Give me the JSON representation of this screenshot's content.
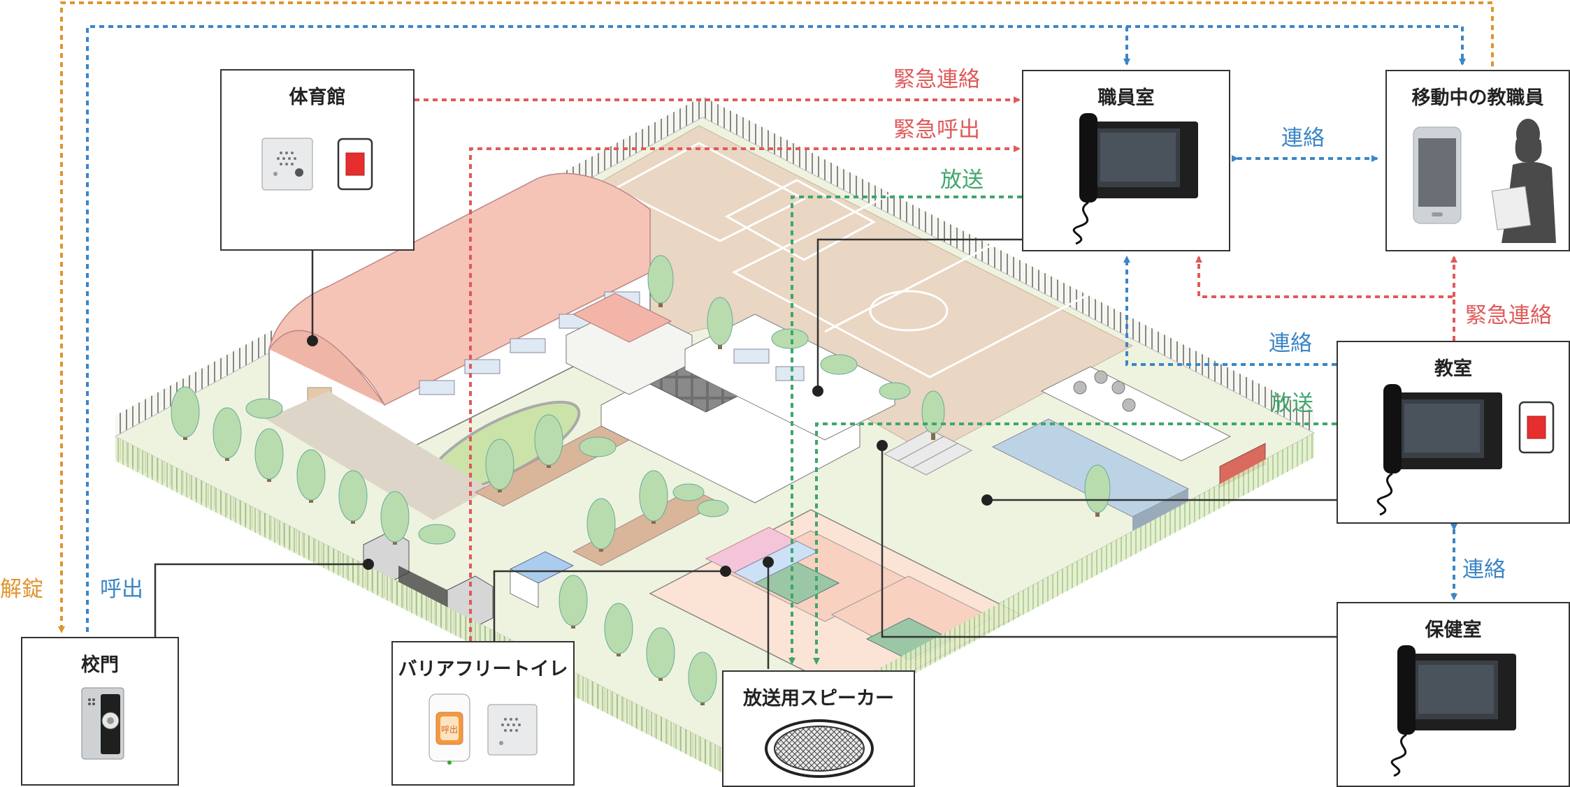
{
  "colors": {
    "emergency": "#e05a5a",
    "contact": "#3b86c6",
    "broadcast": "#3ea66b",
    "unlock": "#e0942f",
    "box_border": "#333333"
  },
  "locations": {
    "gym": "体育館",
    "staff_room": "職員室",
    "mobile_staff": "移動中の教職員",
    "classroom": "教室",
    "health_room": "保健室",
    "school_gate": "校門",
    "barrier_free_toilet": "バリアフリートイレ",
    "pa_speaker": "放送用スピーカー"
  },
  "flows": {
    "emergency_contact_gym": "緊急連絡",
    "emergency_call_toilet": "緊急呼出",
    "broadcast_top": "放送",
    "contact_staff_mobile": "連絡",
    "contact_classroom_staff": "連絡",
    "emergency_contact_classroom": "緊急連絡",
    "broadcast_classroom": "放送",
    "contact_classroom_health": "連絡",
    "unlock_gate": "解錠",
    "call_gate": "呼出"
  },
  "devices": {
    "toilet_button_label": "呼出"
  },
  "icons": [
    "handset-monitor-icon",
    "smartphone-icon",
    "person-silhouette-icon",
    "speaker-grille-icon",
    "emergency-button-icon",
    "door-station-icon",
    "call-button-icon"
  ]
}
